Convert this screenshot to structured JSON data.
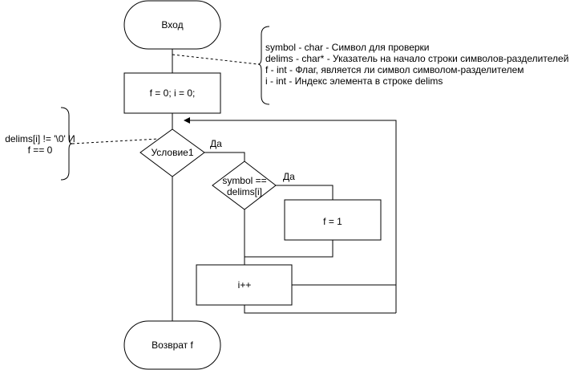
{
  "nodes": {
    "start": "Вход",
    "init": "f = 0; i = 0;",
    "condition": "Условие1",
    "check_line1": "symbol ==",
    "check_line2": "delims[i]",
    "set_flag": "f = 1",
    "increment": "i++",
    "end": "Возврат f"
  },
  "edges": {
    "yes_outer": "Да",
    "yes_inner": "Да"
  },
  "annotations": {
    "variables": [
      "symbol - char - Символ для проверки",
      "delims - char* - Указатель на начало строки символов-разделителей",
      "f - int - Флаг, является ли символ символом-разделителем",
      "i - int - Индекс элемента в строке delims"
    ],
    "condition_line1": "delims[i] != '\\0' И",
    "condition_line2": "f == 0"
  },
  "colors": {
    "stroke": "#000000",
    "fill": "#ffffff"
  }
}
